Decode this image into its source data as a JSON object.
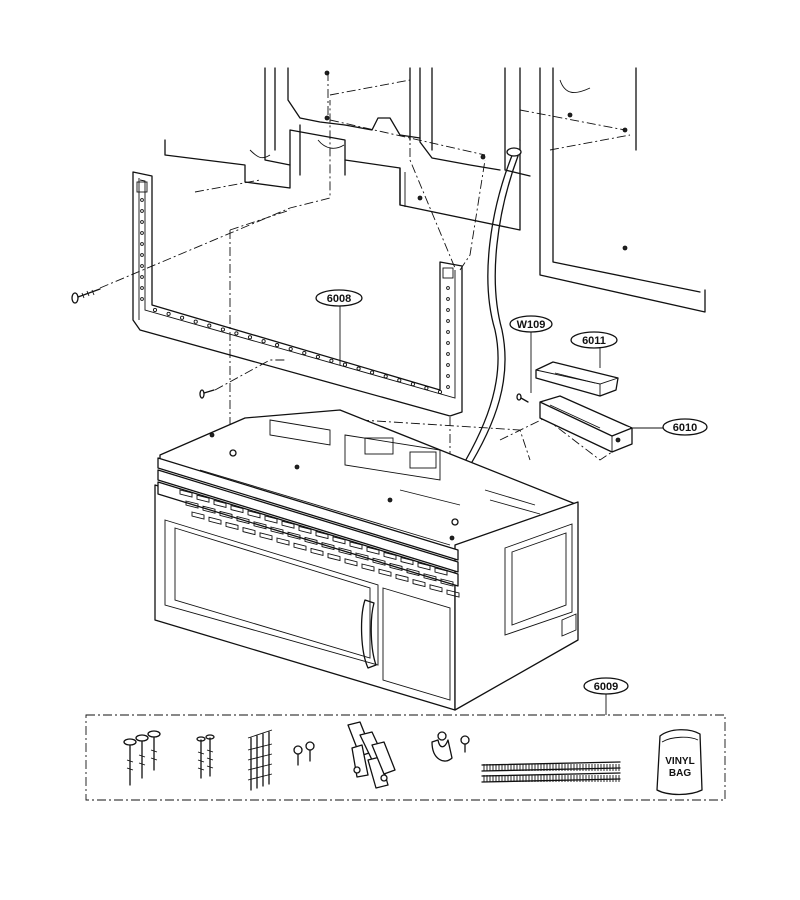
{
  "parts": [
    {
      "id": "callout-6008",
      "label": "6008"
    },
    {
      "id": "callout-w109",
      "label": "W109"
    },
    {
      "id": "callout-6011",
      "label": "6011"
    },
    {
      "id": "callout-6010",
      "label": "6010"
    },
    {
      "id": "callout-6009",
      "label": "6009"
    }
  ],
  "vinyl_bag": {
    "line1": "VINYL",
    "line2": "BAG"
  }
}
